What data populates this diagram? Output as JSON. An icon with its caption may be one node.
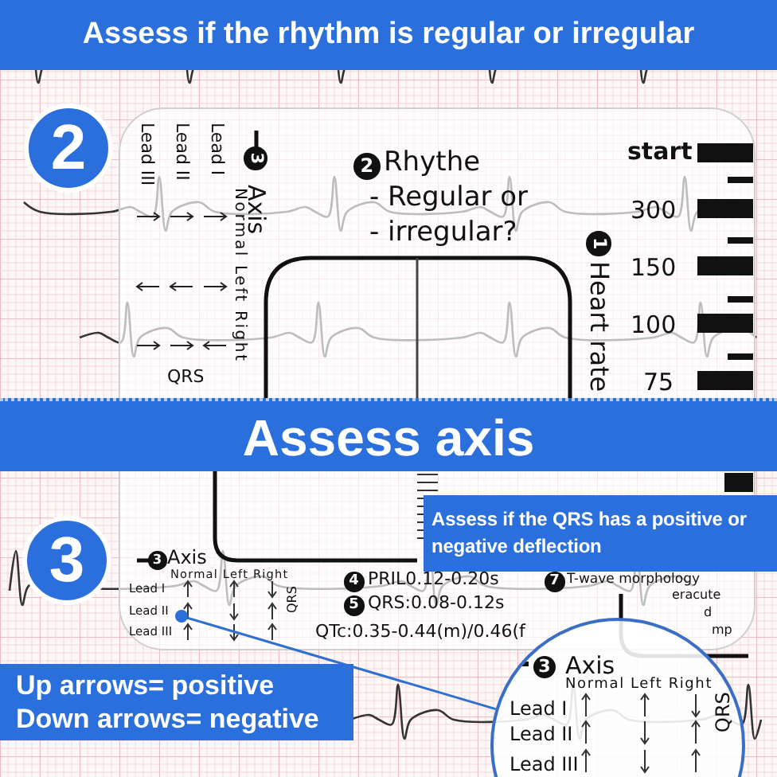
{
  "diagram": {
    "title": "Assess if the rhythm is regular or irregular",
    "nodes": [
      {
        "text": [
          "2"
        ]
      },
      {
        "text": [
          "Assess axis"
        ]
      },
      {
        "text": [
          "3"
        ]
      },
      {
        "text": [
          "Assess if the QRS has a positive or negative deflection"
        ]
      },
      {
        "text": [
          "Up arrows= positive",
          "Down arrows= negative"
        ]
      },
      {
        "text": [],
        "shape": "circle"
      },
      {
        "text": [
          "3",
          "Axis",
          "Normal Left Right",
          "Lead I",
          "Lead II",
          "Lead III",
          "QRS"
        ]
      }
    ],
    "edges": [
      {
        "from": 5,
        "to": 6,
        "arrow": "none"
      }
    ],
    "labels": [
      "Lead I",
      "Lead II",
      "Lead III",
      "3",
      "Axis",
      "Normal Left Right",
      "2",
      "Rhythe",
      "- Regular or",
      "- irregular?",
      "start",
      "300",
      "150",
      "100",
      "75",
      "1",
      "Heart rate",
      "QRS",
      "3",
      "Axis",
      "Normal Left Right",
      "Lead I",
      "Lead II",
      "Lead III",
      "QRS",
      "4",
      "PRIL0.12-0.20s",
      "5",
      "QRS:0.08-0.12s",
      "QTc:0.35-0.44(m)/0.46(f",
      "7",
      "T-wave morphology",
      "eracute",
      "d",
      "mp"
    ]
  }
}
